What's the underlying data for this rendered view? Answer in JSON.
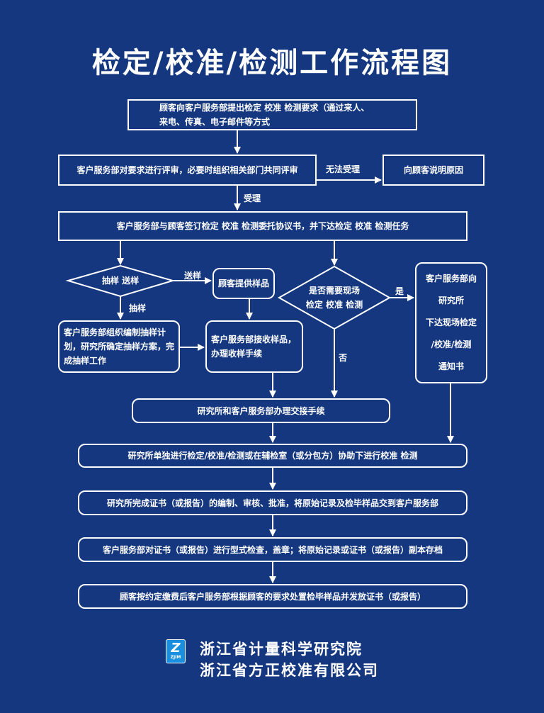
{
  "title": "检定/校准/检测工作流程图",
  "nodes": {
    "request": "顾客向客户服务部提出检定 校准 检测要求（通过来人、",
    "request2": "来电、传真、电子邮件等方式",
    "review": "客户服务部对要求进行评审，必要时组织相关部门共同评审",
    "explain": "向顾客说明原因",
    "sign": "客户服务部与顾客签订检定 校准 检测委托协议书，并下达检定 校准 检测任务",
    "sample_choice": "抽样 送样",
    "customer_sample": "顾客提供样品",
    "sampling_plan": "客户服务部组织编制抽样计划，研究所确定抽样方案，完成抽样工作",
    "receive_sample": "客户服务部接收样品，办理收样手续",
    "onsite_q1": "是否需要现场",
    "onsite_q2": "检定 校准 检测",
    "notice": [
      "客户服务部向",
      "研究所",
      "下达现场检定",
      "/校准/检测",
      "通知书"
    ],
    "handover": "研究所和客户服务部办理交接手续",
    "perform": "研究所单独进行检定/校准/检测或在辅检室（或分包方）协助下进行校准 检测",
    "certificate": "研究所完成证书（或报告）的编制、审核、批准，将原始记录及检毕样品交到客户服务部",
    "check": "客户服务部对证书（或报告）进行型式检查，盖章；将原始记录或证书（或报告）副本存档",
    "deliver": "顾客按约定缴费后客户服务部根据顾客的要求处置检毕样品并发放证书（或报告）"
  },
  "edges": {
    "reject": "无法受理",
    "accept": "受理",
    "send": "送样",
    "sample": "抽样",
    "yes": "是",
    "no": "否"
  },
  "footer": {
    "logo": "ZJIM",
    "org1": "浙江省计量科学研究院",
    "org2": "浙江省方正校准有限公司"
  }
}
